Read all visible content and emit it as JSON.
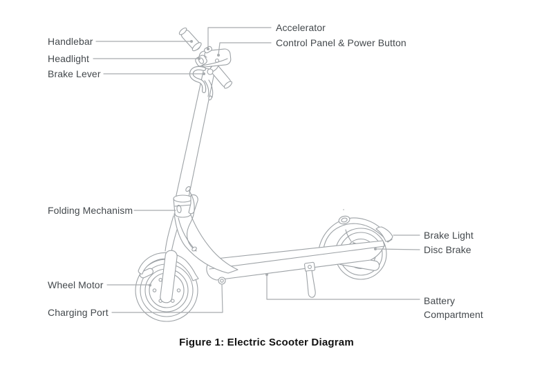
{
  "figure_caption": "Figure 1: Electric Scooter Diagram",
  "labels": {
    "handlebar": "Handlebar",
    "headlight": "Headlight",
    "brake_lever": "Brake Lever",
    "folding_mechanism": "Folding Mechanism",
    "wheel_motor": "Wheel Motor",
    "charging_port": "Charging Port",
    "accelerator": "Accelerator",
    "control_panel": "Control Panel & Power Button",
    "brake_light": "Brake Light",
    "disc_brake": "Disc Brake",
    "battery_compartment": "Battery Compartment"
  },
  "colors": {
    "background": "#ffffff",
    "drawing_line": "#9ca1a5",
    "leader_line": "#a7abae",
    "label_text": "#43484c",
    "caption_text": "#111111"
  }
}
